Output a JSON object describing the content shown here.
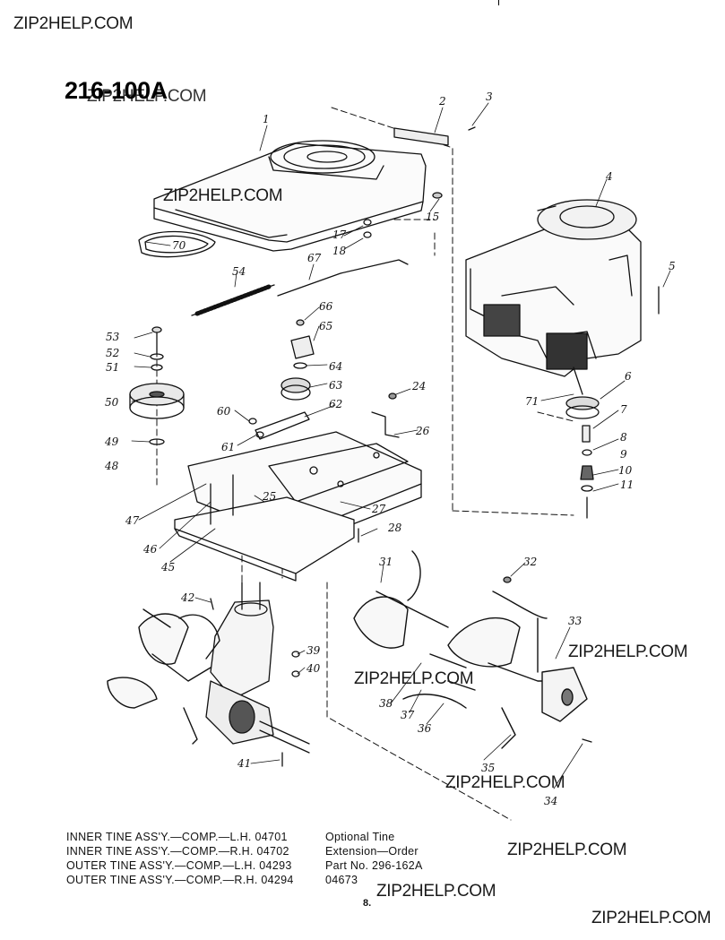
{
  "watermark": "ZIP2HELP.COM",
  "model_number": "216-100A",
  "callouts": [
    "1",
    "2",
    "3",
    "4",
    "5",
    "6",
    "7",
    "8",
    "9",
    "10",
    "11",
    "15",
    "17",
    "18",
    "24",
    "25",
    "26",
    "27",
    "28",
    "31",
    "32",
    "33",
    "34",
    "35",
    "36",
    "37",
    "38",
    "39",
    "40",
    "41",
    "42",
    "45",
    "46",
    "47",
    "48",
    "49",
    "50",
    "51",
    "52",
    "53",
    "54",
    "60",
    "61",
    "62",
    "63",
    "64",
    "65",
    "66",
    "67",
    "70",
    "71"
  ],
  "legend": {
    "left": [
      "INNER TINE ASS'Y.—COMP.—L.H. 04701",
      "INNER TINE ASS'Y.—COMP.—R.H. 04702",
      "OUTER TINE ASS'Y.—COMP.—L.H. 04293",
      "OUTER TINE ASS'Y.—COMP.—R.H. 04294"
    ],
    "right": [
      "Optional Tine",
      "Extension—Order",
      "Part No. 296-162A",
      "04673"
    ]
  },
  "page_number": "8."
}
